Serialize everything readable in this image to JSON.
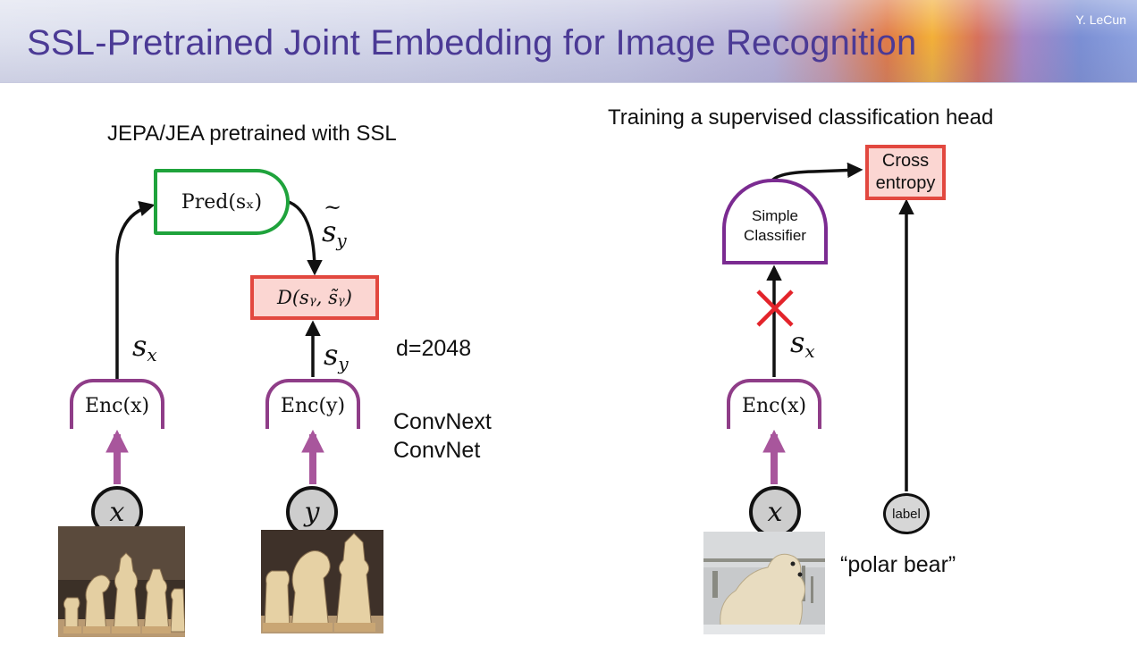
{
  "slide": {
    "title": "SSL-Pretrained Joint Embedding for Image Recognition",
    "author": "Y. LeCun"
  },
  "left_panel": {
    "heading": "JEPA/JEA pretrained with SSL",
    "predictor": "Pred(sₓ)",
    "distance": "D(sᵧ, s̃ᵧ)",
    "enc_x": "Enc(x)",
    "enc_y": "Enc(y)",
    "var_sx": "s",
    "var_sx_sub": "x",
    "var_sy": "s",
    "var_sy_sub": "y",
    "var_sy_tilde": "s",
    "var_sy_tilde_sub": "y",
    "input_x": "x",
    "input_y": "y",
    "dimension": "d=2048",
    "backbone_1": "ConvNext",
    "backbone_2": "ConvNet"
  },
  "right_panel": {
    "heading": "Training a supervised classification head",
    "classifier_line1": "Simple",
    "classifier_line2": "Classifier",
    "loss_line1": "Cross",
    "loss_line2": "entropy",
    "enc_x": "Enc(x)",
    "var_sx": "s",
    "var_sx_sub": "x",
    "input_x": "x",
    "label": "label",
    "caption": "“polar bear”"
  },
  "colors": {
    "title": "#4b3a95",
    "predictor_border": "#1fa33c",
    "encoder_border": "#8f3d88",
    "loss_border": "#e2483f",
    "loss_fill": "#fbd6d2",
    "input_arrow": "#a8569c",
    "stop_gradient_cross": "#e3242b"
  }
}
